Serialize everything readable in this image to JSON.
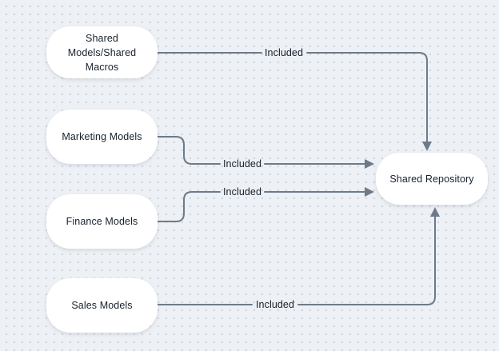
{
  "diagram": {
    "type": "flowchart",
    "colors": {
      "background": "#edf0f4",
      "grid_dot": "#c9cfd8",
      "node_fill": "#ffffff",
      "edge": "#6d7a89",
      "text": "#17212e"
    },
    "nodes": [
      {
        "id": "shared-models-shared-macros",
        "label": "Shared Models/Shared Macros",
        "lines": [
          "Shared",
          "Models/Shared",
          "Macros"
        ]
      },
      {
        "id": "marketing-models",
        "label": "Marketing Models"
      },
      {
        "id": "finance-models",
        "label": "Finance Models"
      },
      {
        "id": "sales-models",
        "label": "Sales Models"
      },
      {
        "id": "shared-repository",
        "label": "Shared Repository"
      }
    ],
    "edges": [
      {
        "from": "Shared Models/Shared Macros",
        "to": "Shared Repository",
        "label": "Included"
      },
      {
        "from": "Marketing Models",
        "to": "Shared Repository",
        "label": "Included"
      },
      {
        "from": "Finance Models",
        "to": "Shared Repository",
        "label": "Included"
      },
      {
        "from": "Sales Models",
        "to": "Shared Repository",
        "label": "Included"
      }
    ]
  }
}
